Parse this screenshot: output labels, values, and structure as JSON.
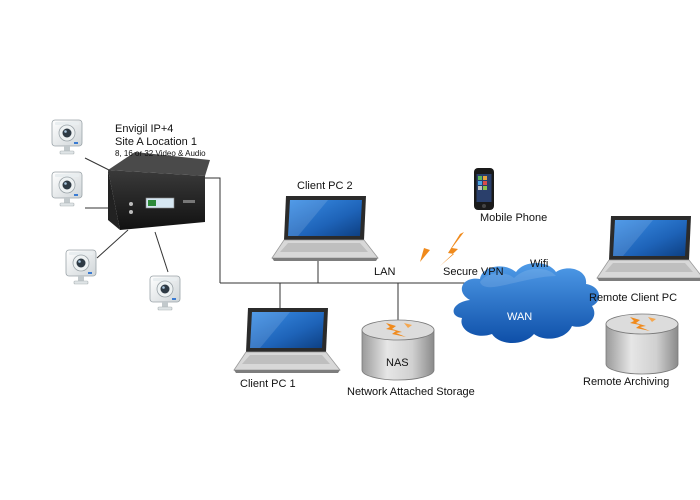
{
  "recorder": {
    "name": "Envigil IP+4",
    "site": "Site A Location 1",
    "spec": "8, 16 or 32 Video & Audio"
  },
  "nodes": {
    "client_pc_1": "Client PC 1",
    "client_pc_2": "Client PC 2",
    "mobile_phone": "Mobile Phone",
    "remote_client_pc": "Remote Client PC",
    "nas_badge": "NAS",
    "nas_caption": "Network Attached Storage",
    "remote_archiving": "Remote Archiving"
  },
  "links": {
    "lan": "LAN",
    "secure_vpn": "Secure VPN",
    "wifi": "Wifi",
    "wan": "WAN"
  },
  "colors": {
    "cloud": "#1565c0",
    "link_line": "#333333",
    "lightning": "#f08a1c",
    "screen": "#1e63b8"
  }
}
